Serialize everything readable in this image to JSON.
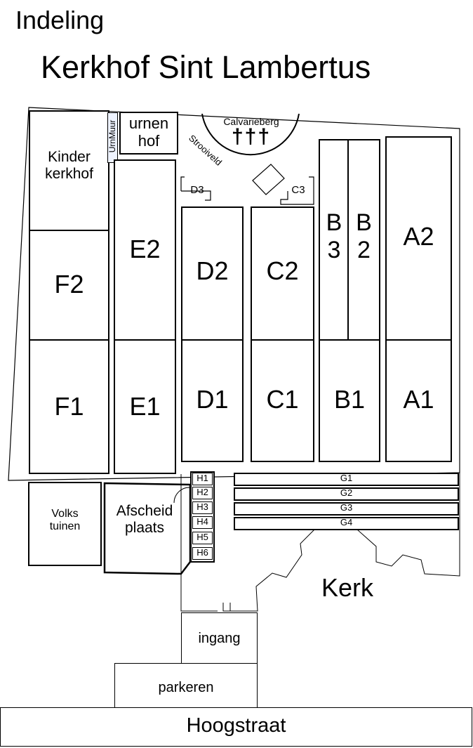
{
  "heading": {
    "subtitle": "Indeling",
    "title": "Kerkhof Sint Lambertus"
  },
  "sections": {
    "kinderkerkhof": "Kinder\nkerkhof",
    "urnmuur": "UrnMuur",
    "urnenhof": "urnen\nhof",
    "calvarieberg": "Calvarieberg",
    "crosses": "†††",
    "strooiveld": "Strooiveld",
    "d3": "D3",
    "c3": "C3",
    "f2": "F2",
    "f1": "F1",
    "e2": "E2",
    "e1": "E1",
    "d2": "D2",
    "d1": "D1",
    "c2": "C2",
    "c1": "C1",
    "b3": "B\n3",
    "b2": "B\n2",
    "b1": "B1",
    "a2": "A2",
    "a1": "A1",
    "h": [
      "H1",
      "H2",
      "H3",
      "H4",
      "H5",
      "H6"
    ],
    "g": [
      "G1",
      "G2",
      "G3",
      "G4"
    ]
  },
  "places": {
    "volkstuinen": "Volks\ntuinen",
    "afscheidplaats": "Afscheid\nplaats",
    "kerk": "Kerk",
    "ingang": "ingang",
    "parkeren": "parkeren",
    "street": "Hoogstraat"
  }
}
